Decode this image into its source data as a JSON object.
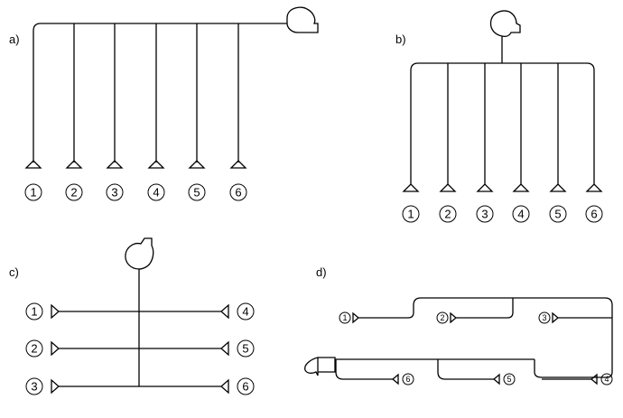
{
  "panels": {
    "a": {
      "label": "a)",
      "outlets": [
        "1",
        "2",
        "3",
        "4",
        "5",
        "6"
      ]
    },
    "b": {
      "label": "b)",
      "outlets": [
        "1",
        "2",
        "3",
        "4",
        "5",
        "6"
      ]
    },
    "c": {
      "label": "c)",
      "outlets_left": [
        "1",
        "2",
        "3"
      ],
      "outlets_right": [
        "4",
        "5",
        "6"
      ]
    },
    "d": {
      "label": "d)",
      "outlets_top": [
        "1",
        "2",
        "3"
      ],
      "outlets_bottom": [
        "6",
        "5",
        "4"
      ]
    }
  }
}
